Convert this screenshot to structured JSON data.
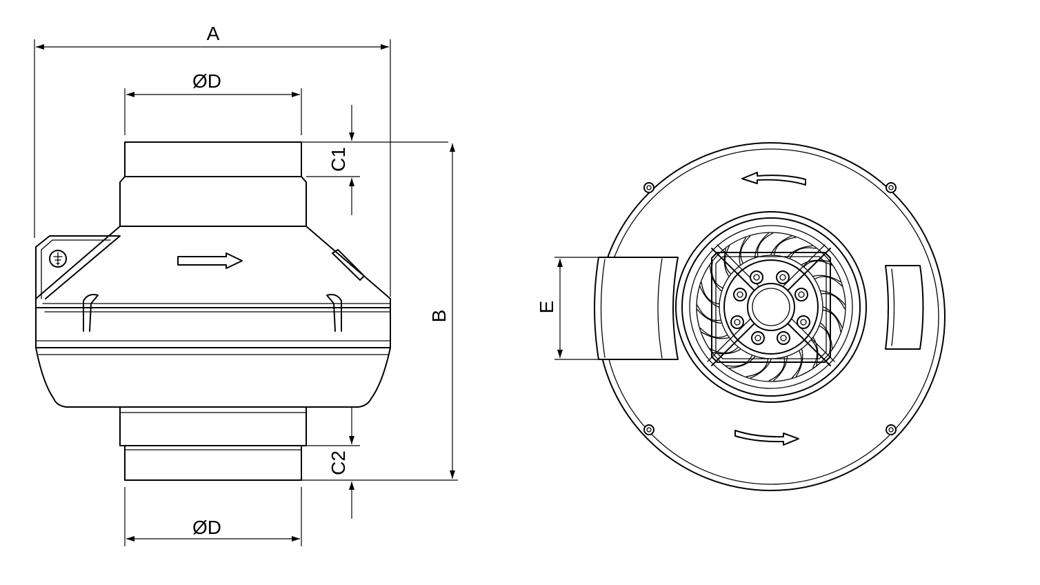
{
  "labels": {
    "a": "A",
    "b": "B",
    "c1": "C1",
    "c2": "C2",
    "d_top": "ØD",
    "d_bottom": "ØD",
    "e": "E"
  },
  "colors": {
    "line": "#000000",
    "background": "#ffffff"
  },
  "icons": [
    "airflow-arrow-icon",
    "rotation-arrow-icon",
    "screw-icon",
    "ground-symbol-icon"
  ]
}
